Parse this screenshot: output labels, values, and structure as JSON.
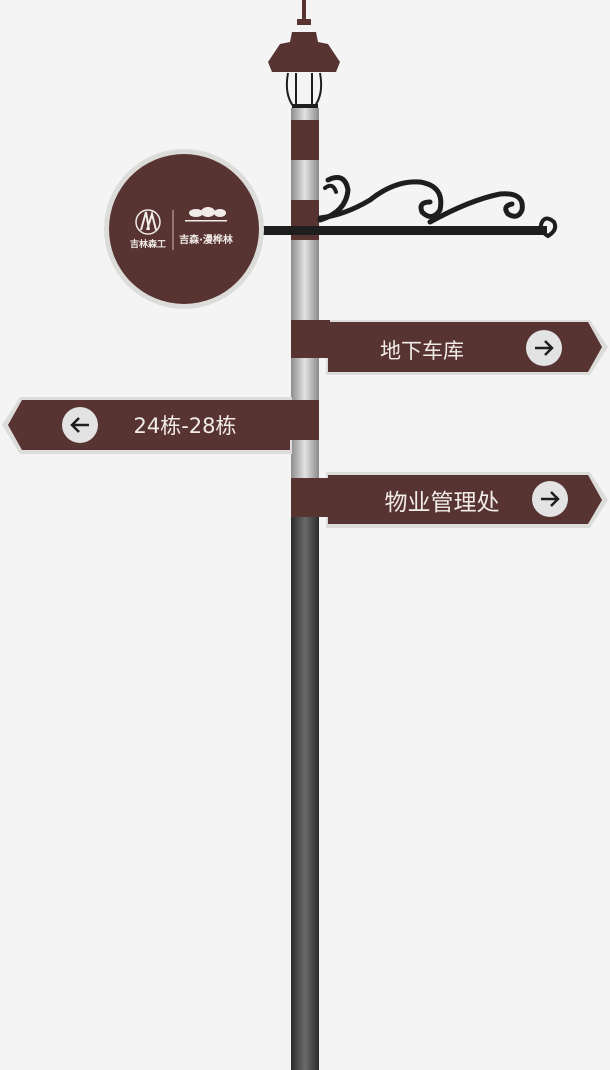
{
  "colors": {
    "background": "#f4f4f4",
    "sign_brown": "#573331",
    "sign_border": "#dcdcda",
    "pole_dark": "#3a3a3a",
    "pole_silver": "#b5b5b5",
    "iron": "#1e1e1e"
  },
  "logo": {
    "company": "吉林森工",
    "brand": "吉森·漫桦林"
  },
  "signs": [
    {
      "label": "地下车库",
      "direction": "right",
      "icon": "arrow-right-icon"
    },
    {
      "label": "24栋-28栋",
      "direction": "left",
      "icon": "arrow-left-icon"
    },
    {
      "label": "物业管理处",
      "direction": "right",
      "icon": "arrow-right-icon"
    }
  ]
}
